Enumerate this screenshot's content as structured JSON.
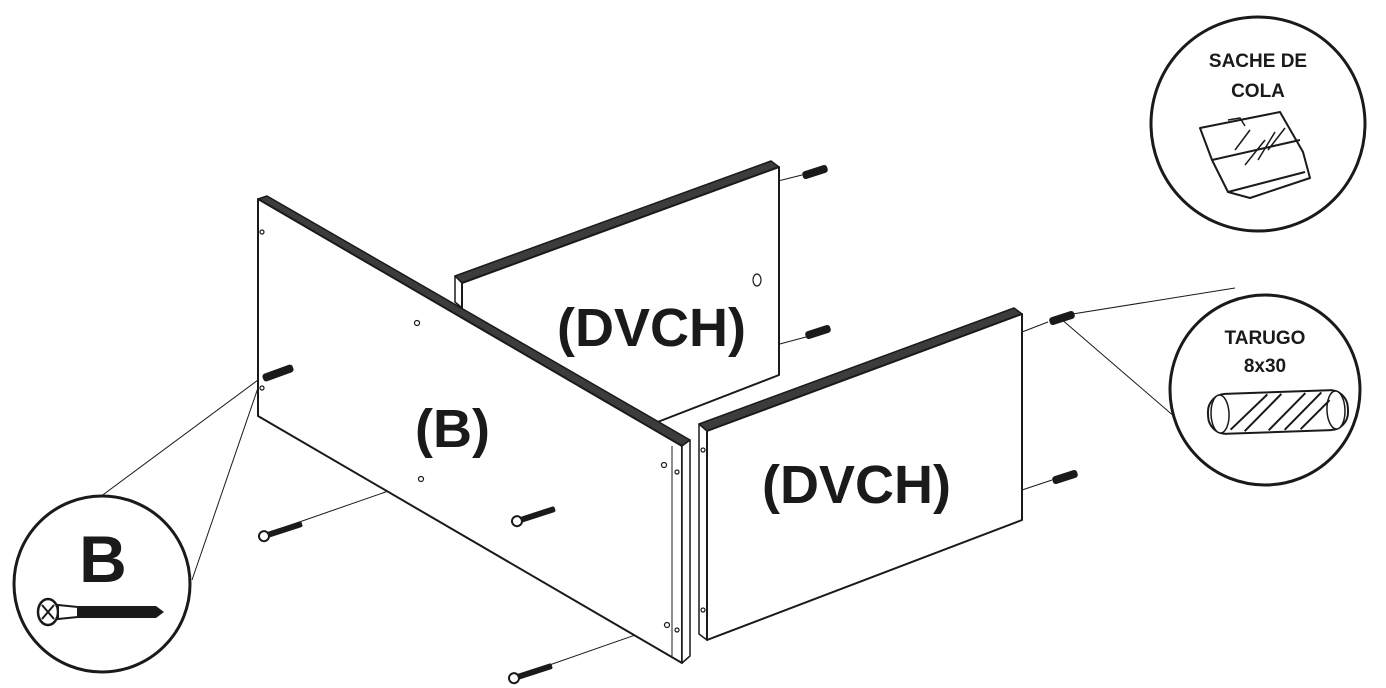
{
  "panels": {
    "back_panel_label": "(DVCH)",
    "front_panel_label": "(B)",
    "side_panel_label": "(DVCH)"
  },
  "callouts": {
    "glue": {
      "title_line1": "SACHE DE",
      "title_line2": "COLA",
      "icon": "glue-sachet-icon"
    },
    "dowel": {
      "title_line1": "TARUGO",
      "title_line2": "8x30",
      "icon": "dowel-icon"
    },
    "screw": {
      "letter": "B",
      "icon": "screw-icon"
    }
  },
  "colors": {
    "ink": "#1a1a1a",
    "edge_band": "#3c3c3c",
    "background": "#ffffff"
  }
}
